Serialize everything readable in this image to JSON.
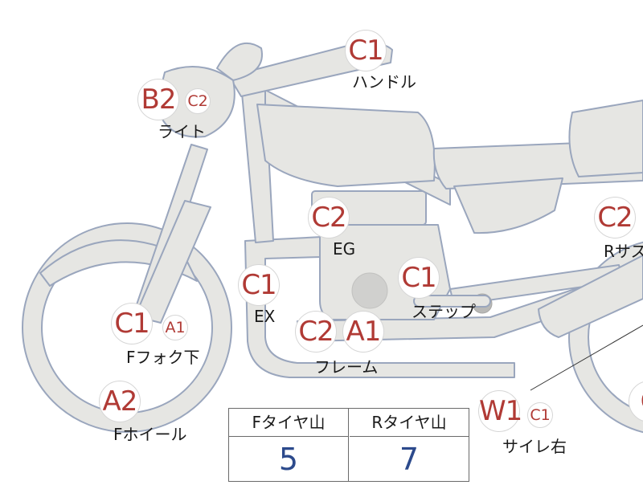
{
  "colors": {
    "part_fill": "#e6e6e3",
    "part_stroke": "#9aa6bd",
    "badge_text": "#b03a35",
    "label_text": "#1a1a1a",
    "table_value": "#2c4a8c"
  },
  "markers": [
    {
      "id": "handle",
      "grades": [
        "C1"
      ],
      "label": "ハンドル"
    },
    {
      "id": "light",
      "grades": [
        "B2",
        "C2"
      ],
      "label": "ライト"
    },
    {
      "id": "engine",
      "grades": [
        "C2"
      ],
      "label": "EG"
    },
    {
      "id": "rear-suspension",
      "grades": [
        "C2"
      ],
      "label": "Rサス"
    },
    {
      "id": "exhaust",
      "grades": [
        "C1"
      ],
      "label": "EX"
    },
    {
      "id": "step",
      "grades": [
        "C1"
      ],
      "label": "ステップ"
    },
    {
      "id": "front-fork-lower",
      "grades": [
        "C1",
        "A1"
      ],
      "label": "Fフォク下"
    },
    {
      "id": "frame",
      "grades": [
        "C2",
        "A1"
      ],
      "label": "フレーム"
    },
    {
      "id": "front-wheel",
      "grades": [
        "A2"
      ],
      "label": "Fホイール"
    },
    {
      "id": "silencer-right",
      "grades": [
        "W1",
        "C1"
      ],
      "label": "サイレ右"
    },
    {
      "id": "rear-wheel",
      "grades": [
        "C"
      ],
      "label": ""
    }
  ],
  "tire_table": {
    "headers": [
      "Fタイヤ山",
      "Rタイヤ山"
    ],
    "values": [
      "5",
      "7"
    ]
  }
}
